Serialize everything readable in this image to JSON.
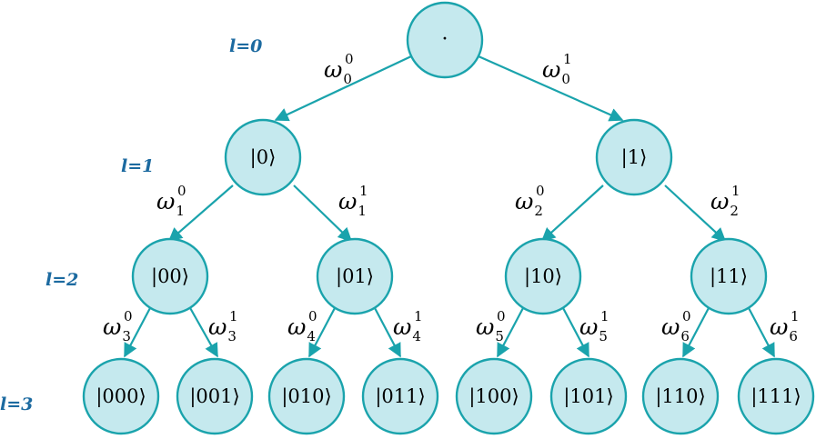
{
  "colors": {
    "node_fill": "#c5e9ee",
    "node_stroke": "#1aa3ac",
    "edge": "#1aa3ac",
    "level_text": "#1c6aa0"
  },
  "root": {
    "label": "·"
  },
  "levels": [
    "l=0",
    "l=1",
    "l=2",
    "l=3"
  ],
  "level1_nodes": [
    "|0⟩",
    "|1⟩"
  ],
  "level2_nodes": [
    "|00⟩",
    "|01⟩",
    "|10⟩",
    "|11⟩"
  ],
  "level3_nodes": [
    "|000⟩",
    "|001⟩",
    "|010⟩",
    "|011⟩",
    "|100⟩",
    "|101⟩",
    "|110⟩",
    "|111⟩"
  ],
  "weights": {
    "w0_0": {
      "symbol": "ω",
      "sub": "0",
      "sup": "0"
    },
    "w0_1": {
      "symbol": "ω",
      "sub": "0",
      "sup": "1"
    },
    "w1_0": {
      "symbol": "ω",
      "sub": "1",
      "sup": "0"
    },
    "w1_1": {
      "symbol": "ω",
      "sub": "1",
      "sup": "1"
    },
    "w2_0": {
      "symbol": "ω",
      "sub": "2",
      "sup": "0"
    },
    "w2_1": {
      "symbol": "ω",
      "sub": "2",
      "sup": "1"
    },
    "w3_0": {
      "symbol": "ω",
      "sub": "3",
      "sup": "0"
    },
    "w3_1": {
      "symbol": "ω",
      "sub": "3",
      "sup": "1"
    },
    "w4_0": {
      "symbol": "ω",
      "sub": "4",
      "sup": "0"
    },
    "w4_1": {
      "symbol": "ω",
      "sub": "4",
      "sup": "1"
    },
    "w5_0": {
      "symbol": "ω",
      "sub": "5",
      "sup": "0"
    },
    "w5_1": {
      "symbol": "ω",
      "sub": "5",
      "sup": "1"
    },
    "w6_0": {
      "symbol": "ω",
      "sub": "6",
      "sup": "0"
    },
    "w6_1": {
      "symbol": "ω",
      "sub": "6",
      "sup": "1"
    }
  }
}
